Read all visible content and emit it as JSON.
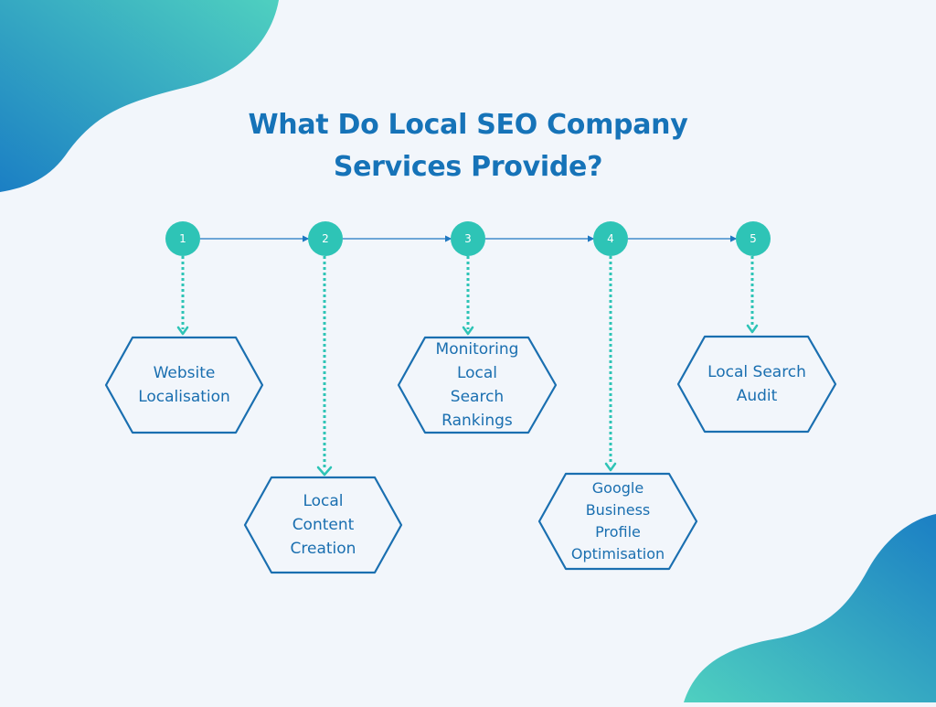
{
  "title_lines": [
    "What Do Local SEO Company",
    "Services Provide?"
  ],
  "colors": {
    "background": "#f2f6fb",
    "title": "#1673b8",
    "circle": "#2ec4b6",
    "connector": "#1f78c1",
    "dotted": "#2ec4b6",
    "hex_stroke": "#1a6fb0",
    "hex_text": "#1a6fb0",
    "blob_start": "#1b7fc4",
    "blob_end": "#4fd0c0"
  },
  "steps": [
    {
      "number": "1",
      "label_lines": [
        "Website",
        "Localisation"
      ]
    },
    {
      "number": "2",
      "label_lines": [
        "Local",
        "Content",
        "Creation"
      ]
    },
    {
      "number": "3",
      "label_lines": [
        "Monitoring",
        "Local",
        "Search",
        "Rankings"
      ]
    },
    {
      "number": "4",
      "label_lines": [
        "Google",
        "Business",
        "Profile",
        "Optimisation"
      ]
    },
    {
      "number": "5",
      "label_lines": [
        "Local Search",
        "Audit"
      ]
    }
  ]
}
